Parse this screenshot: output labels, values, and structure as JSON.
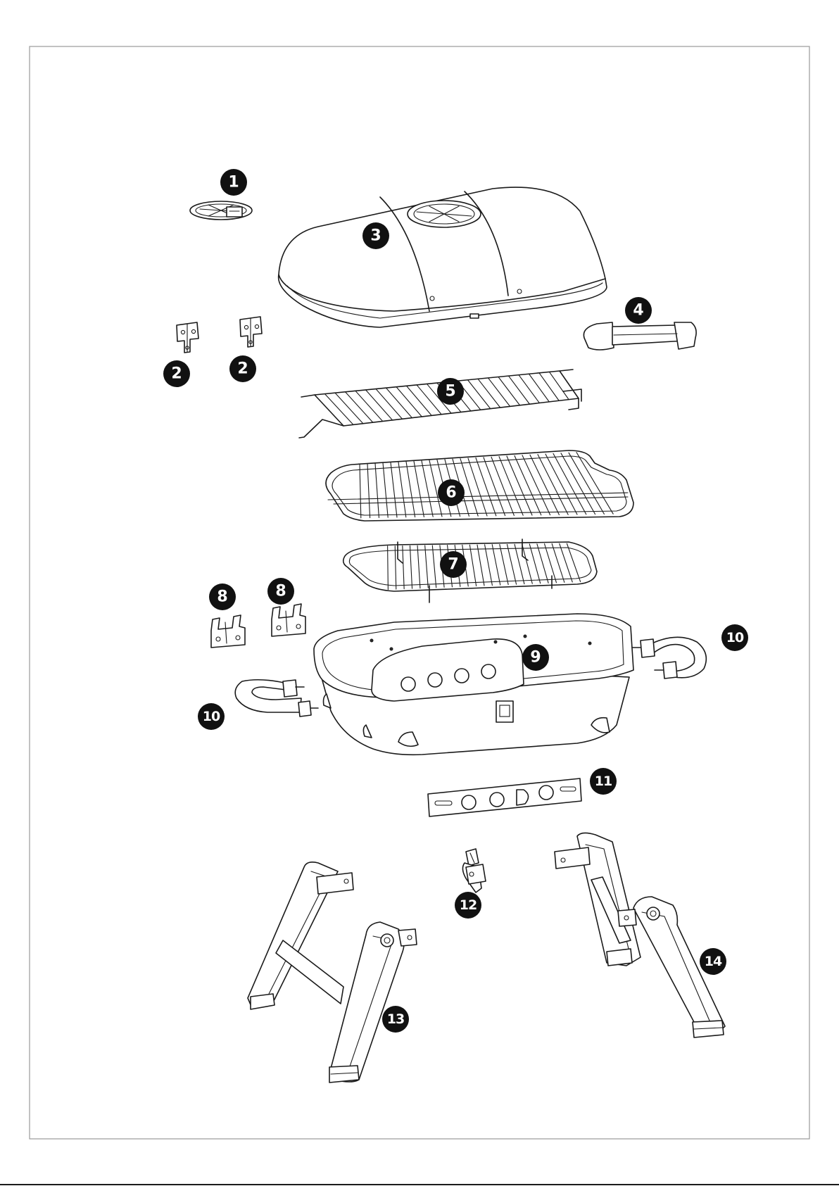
{
  "diagram": {
    "type": "exploded-parts-view",
    "callouts": [
      {
        "id": "c1",
        "label": "1",
        "part": "lid-vent"
      },
      {
        "id": "c2a",
        "label": "2",
        "part": "lid-hinge-bracket"
      },
      {
        "id": "c2b",
        "label": "2",
        "part": "lid-hinge-bracket"
      },
      {
        "id": "c3",
        "label": "3",
        "part": "lid"
      },
      {
        "id": "c4",
        "label": "4",
        "part": "lid-handle"
      },
      {
        "id": "c5",
        "label": "5",
        "part": "warming-rack"
      },
      {
        "id": "c6",
        "label": "6",
        "part": "cooking-grate"
      },
      {
        "id": "c7",
        "label": "7",
        "part": "charcoal-grate"
      },
      {
        "id": "c8a",
        "label": "8",
        "part": "grate-bracket"
      },
      {
        "id": "c8b",
        "label": "8",
        "part": "grate-bracket"
      },
      {
        "id": "c9",
        "label": "9",
        "part": "firebox"
      },
      {
        "id": "c10a",
        "label": "10",
        "part": "side-handle"
      },
      {
        "id": "c10b",
        "label": "10",
        "part": "side-handle"
      },
      {
        "id": "c11",
        "label": "11",
        "part": "vent-plate"
      },
      {
        "id": "c12",
        "label": "12",
        "part": "latch"
      },
      {
        "id": "c13",
        "label": "13",
        "part": "leg-assembly-left"
      },
      {
        "id": "c14",
        "label": "14",
        "part": "leg-assembly-right"
      }
    ]
  }
}
